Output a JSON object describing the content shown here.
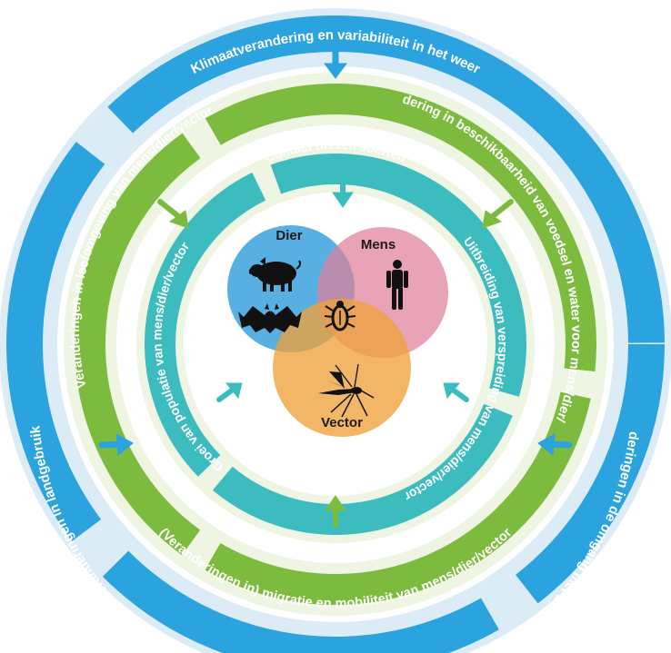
{
  "outer_ring": {
    "top": "Klimaatverandering en variabiliteit in het weer",
    "left": "Veranderingen in landgebruik",
    "right": "Veranderingen in de omgang met dieren"
  },
  "middle_ring": {
    "left": "Veranderingen in leefomgeving van mens/dier/vector",
    "right": "Verandering in beschikbaarheid van voedsel en water voor mens/dier/vector",
    "bottom": "(Veranderingen in) migratie en mobiliteit van mens/dier/vector"
  },
  "inner_ring": {
    "top": "Contact tussen soorten",
    "left": "Groei van populatie van mens/dier/vector",
    "right": "Uitbreiding van verspreiding van mens/dier/vector"
  },
  "venn": {
    "dier": "Dier",
    "mens": "Mens",
    "vector": "Vector"
  },
  "colors": {
    "outer_blue": "#2ba3df",
    "outer_halo": "#dcecf7",
    "middle_green": "#7dbb3f",
    "middle_halo": "#eef5e2",
    "inner_teal": "#3dbcc0",
    "dier_blue": "#3ba1dc",
    "mens_pink": "#e07f9b",
    "vector_orange": "#f0a23c"
  },
  "icons": [
    "pig-icon",
    "bat-icon",
    "human-figure-icon",
    "tick-icon",
    "mosquito-icon"
  ]
}
